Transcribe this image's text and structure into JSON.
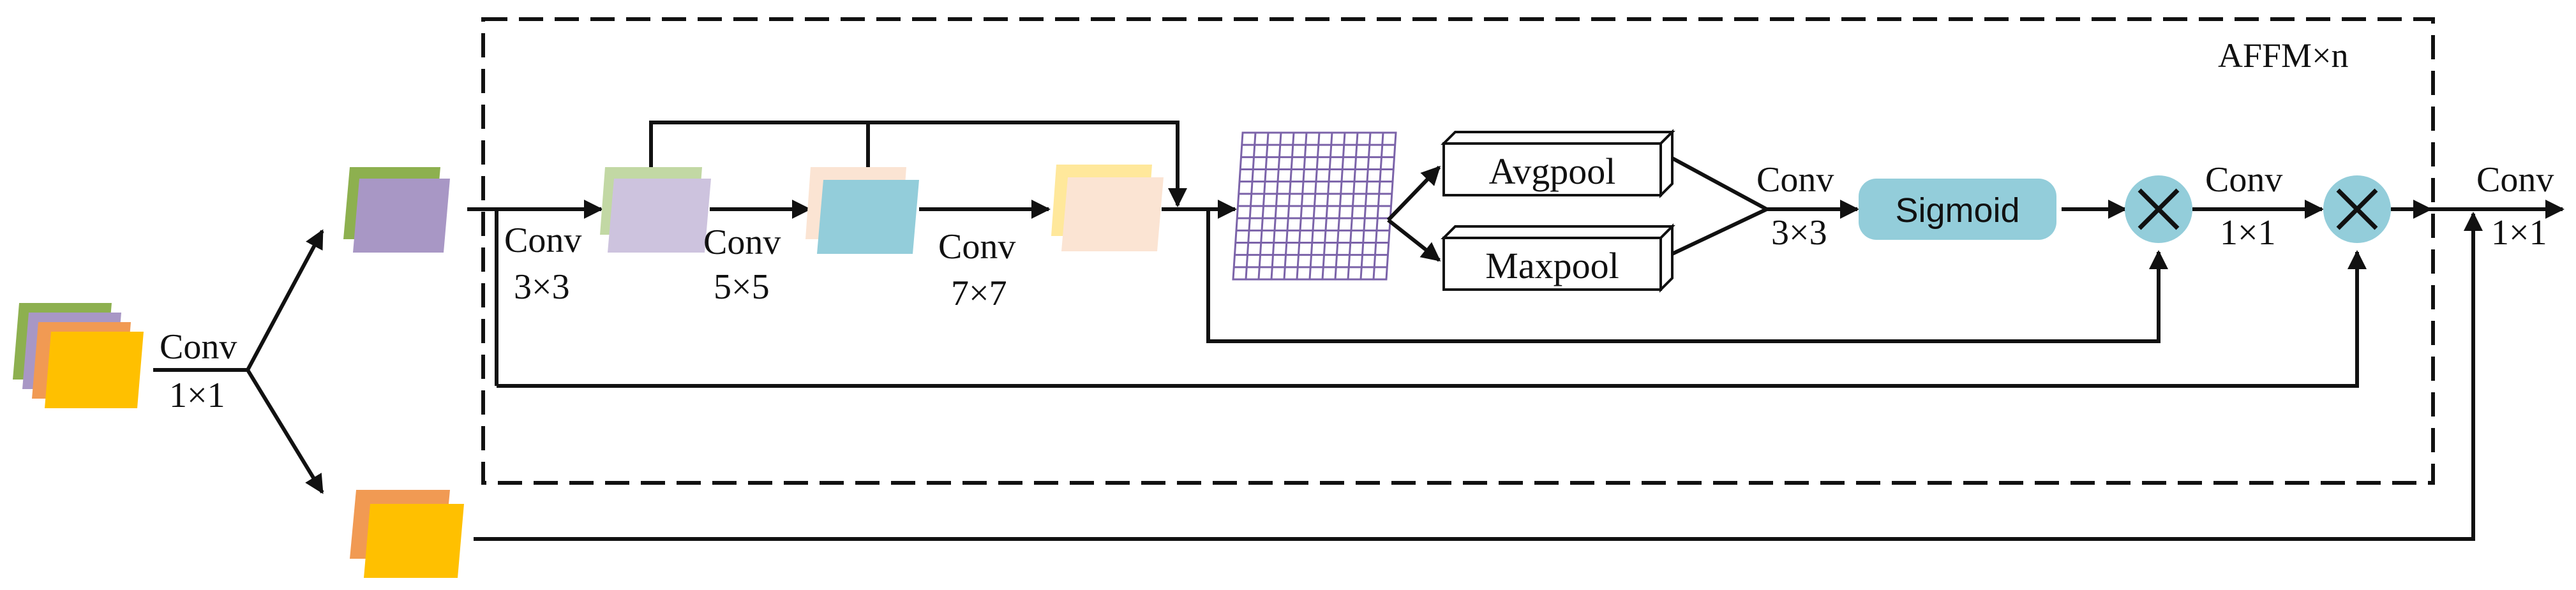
{
  "diagram": {
    "title": "AFFM×n",
    "conv_input": {
      "name": "Conv",
      "size": "1×1"
    },
    "conv_a": {
      "name": "Conv",
      "size": "3×3"
    },
    "conv_b": {
      "name": "Conv",
      "size": "5×5"
    },
    "conv_c": {
      "name": "Conv",
      "size": "7×7"
    },
    "conv_attn": {
      "name": "Conv",
      "size": "3×3"
    },
    "conv_mid": {
      "name": "Conv",
      "size": "1×1"
    },
    "conv_output": {
      "name": "Conv",
      "size": "1×1"
    },
    "avgpool": "Avgpool",
    "maxpool": "Maxpool",
    "sigmoid": "Sigmoid"
  },
  "colors": {
    "green": "#8DB04F",
    "purple": "#A897C5",
    "light_purple": "#CDC3DE",
    "light_green": "#C2D8A4",
    "orange": "#F19A53",
    "yellow": "#FFC000",
    "teal": "#93CDDA",
    "peach": "#FBE4D3",
    "light_yellow": "#FFE89B",
    "grid": "#7B63A9"
  },
  "icons": {
    "multiply_1": "multiply-icon",
    "multiply_2": "multiply-icon"
  }
}
